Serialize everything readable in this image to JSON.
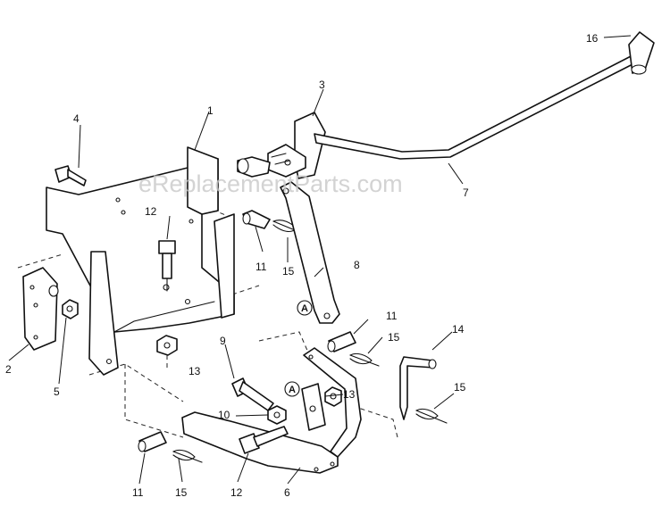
{
  "watermark": "eReplacementParts.com",
  "reference_marks": {
    "a_upper": "A",
    "a_lower": "A"
  },
  "callouts": {
    "c1": "1",
    "c2": "2",
    "c3": "3",
    "c4": "4",
    "c5": "5",
    "c6": "6",
    "c7": "7",
    "c8": "8",
    "c9": "9",
    "c10": "10",
    "c11a": "11",
    "c11b": "11",
    "c11c": "11",
    "c12a": "12",
    "c12b": "12",
    "c13a": "13",
    "c13b": "13",
    "c14": "14",
    "c15a": "15",
    "c15b": "15",
    "c15c": "15",
    "c15d": "15",
    "c16": "16"
  }
}
